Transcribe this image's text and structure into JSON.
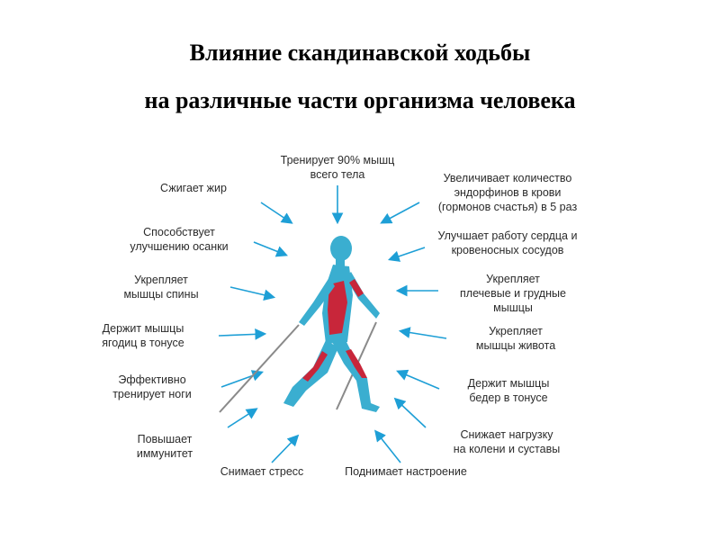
{
  "title": {
    "line1": "Влияние скандинавской ходьбы",
    "line2": "на различные части организма человека"
  },
  "colors": {
    "arrow": "#1e9fd6",
    "body": "#3aaed0",
    "muscle": "#c8263a",
    "text": "#2b2b2b"
  },
  "figure": {
    "center_label": [
      "Тренирует 90% мышц",
      "всего тела"
    ],
    "left_labels": [
      [
        "Сжигает жир"
      ],
      [
        "Способствует",
        "улучшению осанки"
      ],
      [
        "Укрепляет",
        "мышцы спины"
      ],
      [
        "Держит мышцы",
        "ягодиц в тонусе"
      ],
      [
        "Эффективно",
        "тренирует ноги"
      ],
      [
        "Повышает",
        "иммунитет"
      ]
    ],
    "right_labels": [
      [
        "Увеличивает количество",
        "эндорфинов в крови",
        "(гормонов счастья) в 5 раз"
      ],
      [
        "Улучшает работу сердца и",
        "кровеносных сосудов"
      ],
      [
        "Укрепляет",
        "плечевые и грудные",
        "мышцы"
      ],
      [
        "Укрепляет",
        "мышцы живота"
      ],
      [
        "Держит мышцы",
        "бедер в тонусе"
      ],
      [
        "Снижает нагрузку",
        "на колени и суставы"
      ]
    ],
    "bottom_labels": [
      [
        "Снимает стресс"
      ],
      [
        "Поднимает настроение"
      ]
    ]
  }
}
